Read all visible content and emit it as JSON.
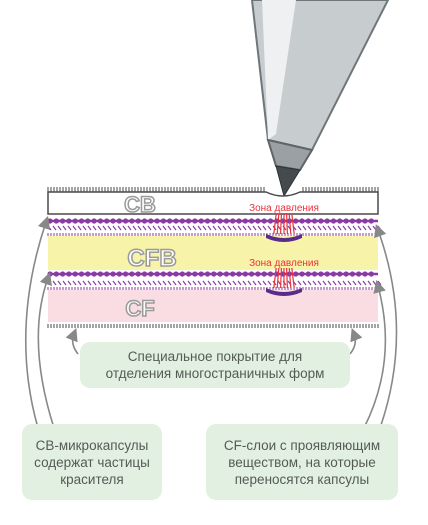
{
  "layers": {
    "cb": {
      "label": "CB",
      "fill": "#ffffff"
    },
    "cfb": {
      "label": "CFB",
      "fill": "#f7f3a8"
    },
    "cf": {
      "label": "CF",
      "fill": "#f9dde3"
    }
  },
  "pressure_zone_top": "Зона давления",
  "pressure_zone_bottom": "Зона давления",
  "callouts": {
    "coating": {
      "line1": "Специальное покрытие для",
      "line2": "отделения многостраничных форм"
    },
    "cb_capsules": {
      "line1": "CB-микрокапсулы",
      "line2": "содержат частицы",
      "line3": "красителя"
    },
    "cf_layers": {
      "line1": "CF-слои с проявляющим",
      "line2": "веществом, на которые",
      "line3": "переносятся капсулы"
    }
  },
  "colors": {
    "capsule": "#8a3aa3",
    "pressure_red": "#e8323c",
    "label_gray": "#9a9a9a",
    "callout_bg": "#e2f0e1",
    "pen_gray": "#8f9698",
    "arrow": "#888888"
  }
}
